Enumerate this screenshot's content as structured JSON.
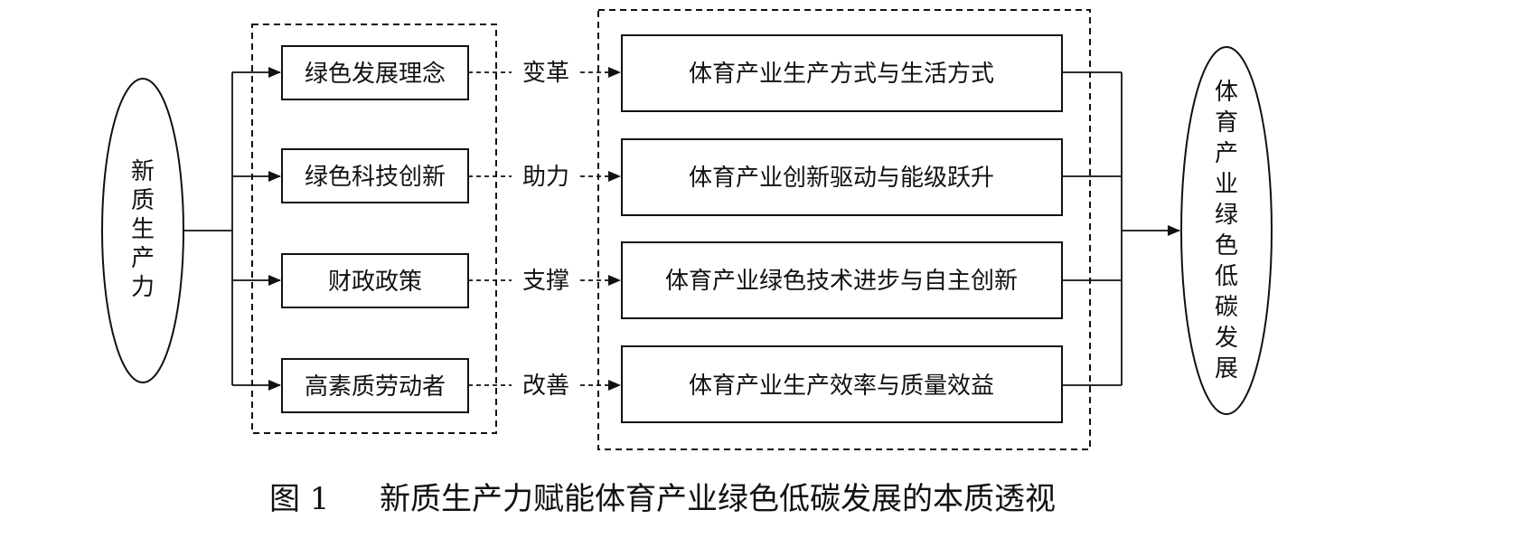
{
  "left_node": {
    "label": "新质生产力",
    "chars": [
      "新",
      "质",
      "生",
      "产",
      "力"
    ]
  },
  "right_node": {
    "label": "体育产业绿色低碳发展",
    "chars": [
      "体",
      "育",
      "产",
      "业",
      "绿",
      "色",
      "低",
      "碳",
      "发",
      "展"
    ]
  },
  "factors": [
    {
      "label": "绿色发展理念"
    },
    {
      "label": "绿色科技创新"
    },
    {
      "label": "财政政策"
    },
    {
      "label": "高素质劳动者"
    }
  ],
  "verbs": [
    {
      "label": "变革"
    },
    {
      "label": "助力"
    },
    {
      "label": "支撑"
    },
    {
      "label": "改善"
    }
  ],
  "outcomes": [
    {
      "label": "体育产业生产方式与生活方式"
    },
    {
      "label": "体育产业创新驱动与能级跃升"
    },
    {
      "label": "体育产业绿色技术进步与自主创新"
    },
    {
      "label": "体育产业生产效率与质量效益"
    }
  ],
  "caption": {
    "number": "图 1",
    "title": "新质生产力赋能体育产业绿色低碳发展的本质透视"
  }
}
